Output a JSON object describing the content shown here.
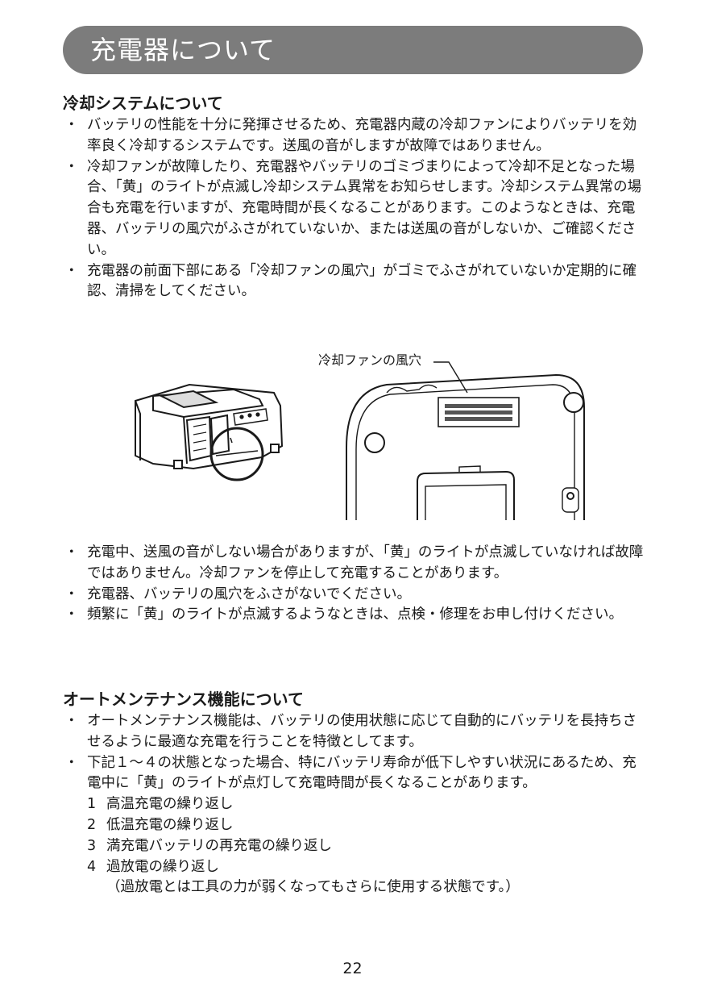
{
  "header": {
    "title": "充電器について"
  },
  "cooling": {
    "heading": "冷却システムについて",
    "bullets": [
      "バッテリの性能を十分に発揮させるため、充電器内蔵の冷却ファンによりバッテリを効率良く冷却するシステムです。送風の音がしますが故障ではありません。",
      "冷却ファンが故障したり、充電器やバッテリのゴミづまりによって冷却不足となった場合、「黄」のライトが点滅し冷却システム異常をお知らせします。冷却システム異常の場合も充電を行いますが、充電時間が長くなることがあります。このようなときは、充電器、バッテリの風穴がふさがれていないか、または送風の音がしないか、ご確認ください。",
      "充電器の前面下部にある「冷却ファンの風穴」がゴミでふさがれていないか定期的に確認、清掃をしてください。"
    ],
    "figure_label": "冷却ファンの風穴",
    "bullets_after": [
      "充電中、送風の音がしない場合がありますが、「黄」のライトが点滅していなければ故障ではありません。冷却ファンを停止して充電することがあります。",
      "充電器、バッテリの風穴をふさがないでください。",
      "頻繁に「黄」のライトが点滅するようなときは、点検・修理をお申し付けください。"
    ]
  },
  "maintenance": {
    "heading": "オートメンテナンス機能について",
    "bullets": [
      "オートメンテナンス機能は、バッテリの使用状態に応じて自動的にバッテリを長持ちさせるように最適な充電を行うことを特徴としてます。",
      "下記１～４の状態となった場合、特にバッテリ寿命が低下しやすい状況にあるため、充電中に「黄」のライトが点灯して充電時間が長くなることがあります。"
    ],
    "items": [
      {
        "num": "1",
        "text": "高温充電の繰り返し"
      },
      {
        "num": "2",
        "text": "低温充電の繰り返し"
      },
      {
        "num": "3",
        "text": "満充電バッテリの再充電の繰り返し"
      },
      {
        "num": "4",
        "text": "過放電の繰り返し"
      }
    ],
    "note": "（過放電とは工具の力が弱くなってもさらに使用する状態です。）"
  },
  "bullet_mark": "・",
  "page_number": "22"
}
